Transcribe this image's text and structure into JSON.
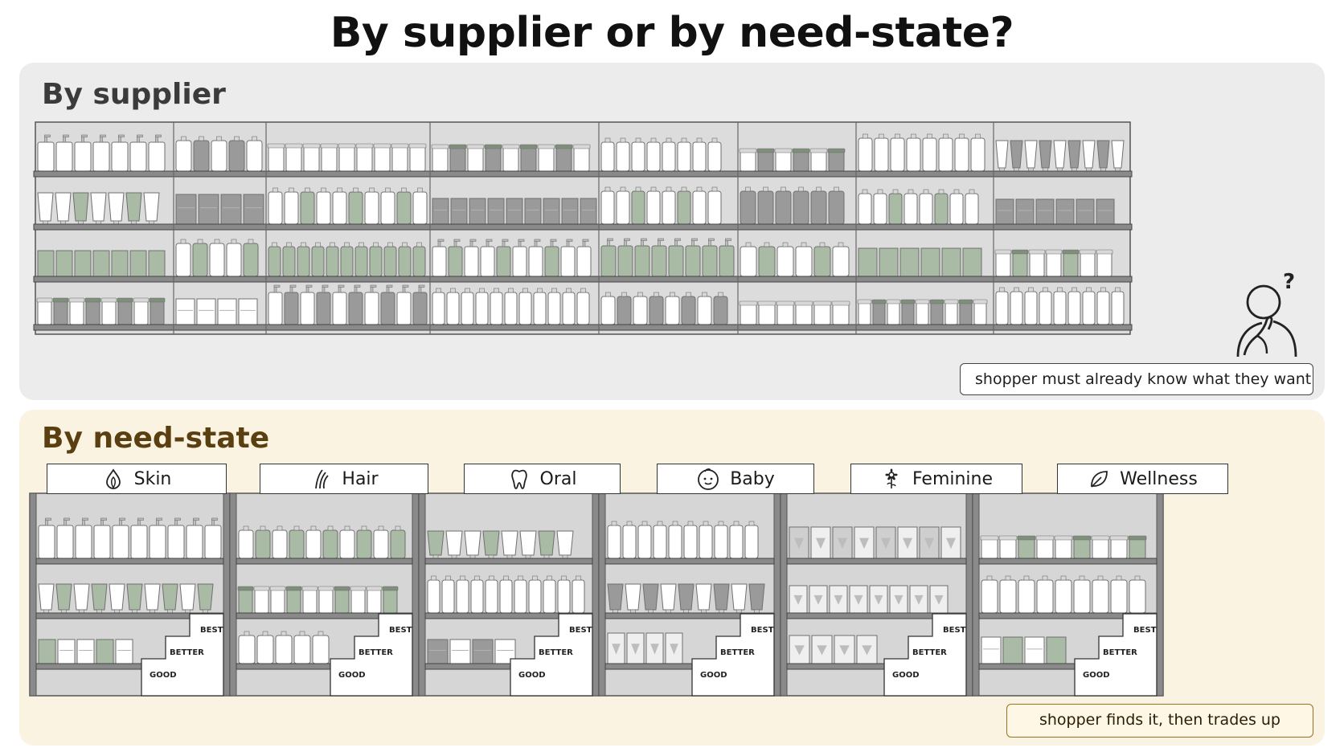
{
  "title": "By supplier or by need-state?",
  "supplier_panel": {
    "title": "By supplier",
    "caption": "shopper must already know what they want",
    "shopper_icon": "thinking-person-icon",
    "question_mark": "?"
  },
  "need_panel": {
    "title": "By need-state",
    "caption": "shopper finds it, then trades up",
    "categories": [
      {
        "label": "Skin",
        "icon": "skin-leaf-drop-icon"
      },
      {
        "label": "Hair",
        "icon": "hair-strands-icon"
      },
      {
        "label": "Oral",
        "icon": "tooth-icon"
      },
      {
        "label": "Baby",
        "icon": "baby-face-icon"
      },
      {
        "label": "Feminine",
        "icon": "flower-icon"
      },
      {
        "label": "Wellness",
        "icon": "leaf-icon"
      }
    ],
    "tiers": {
      "best": "BEST",
      "better": "BETTER",
      "good": "GOOD"
    }
  },
  "colors": {
    "panel_gray": "#ececed",
    "panel_cream": "#fbf3e2",
    "shelf_gray": "#7d7d7d",
    "product_white": "#ffffff",
    "product_green": "#a9bba5",
    "product_gray": "#9a9a9a",
    "accent_brown": "#5a3f10"
  }
}
